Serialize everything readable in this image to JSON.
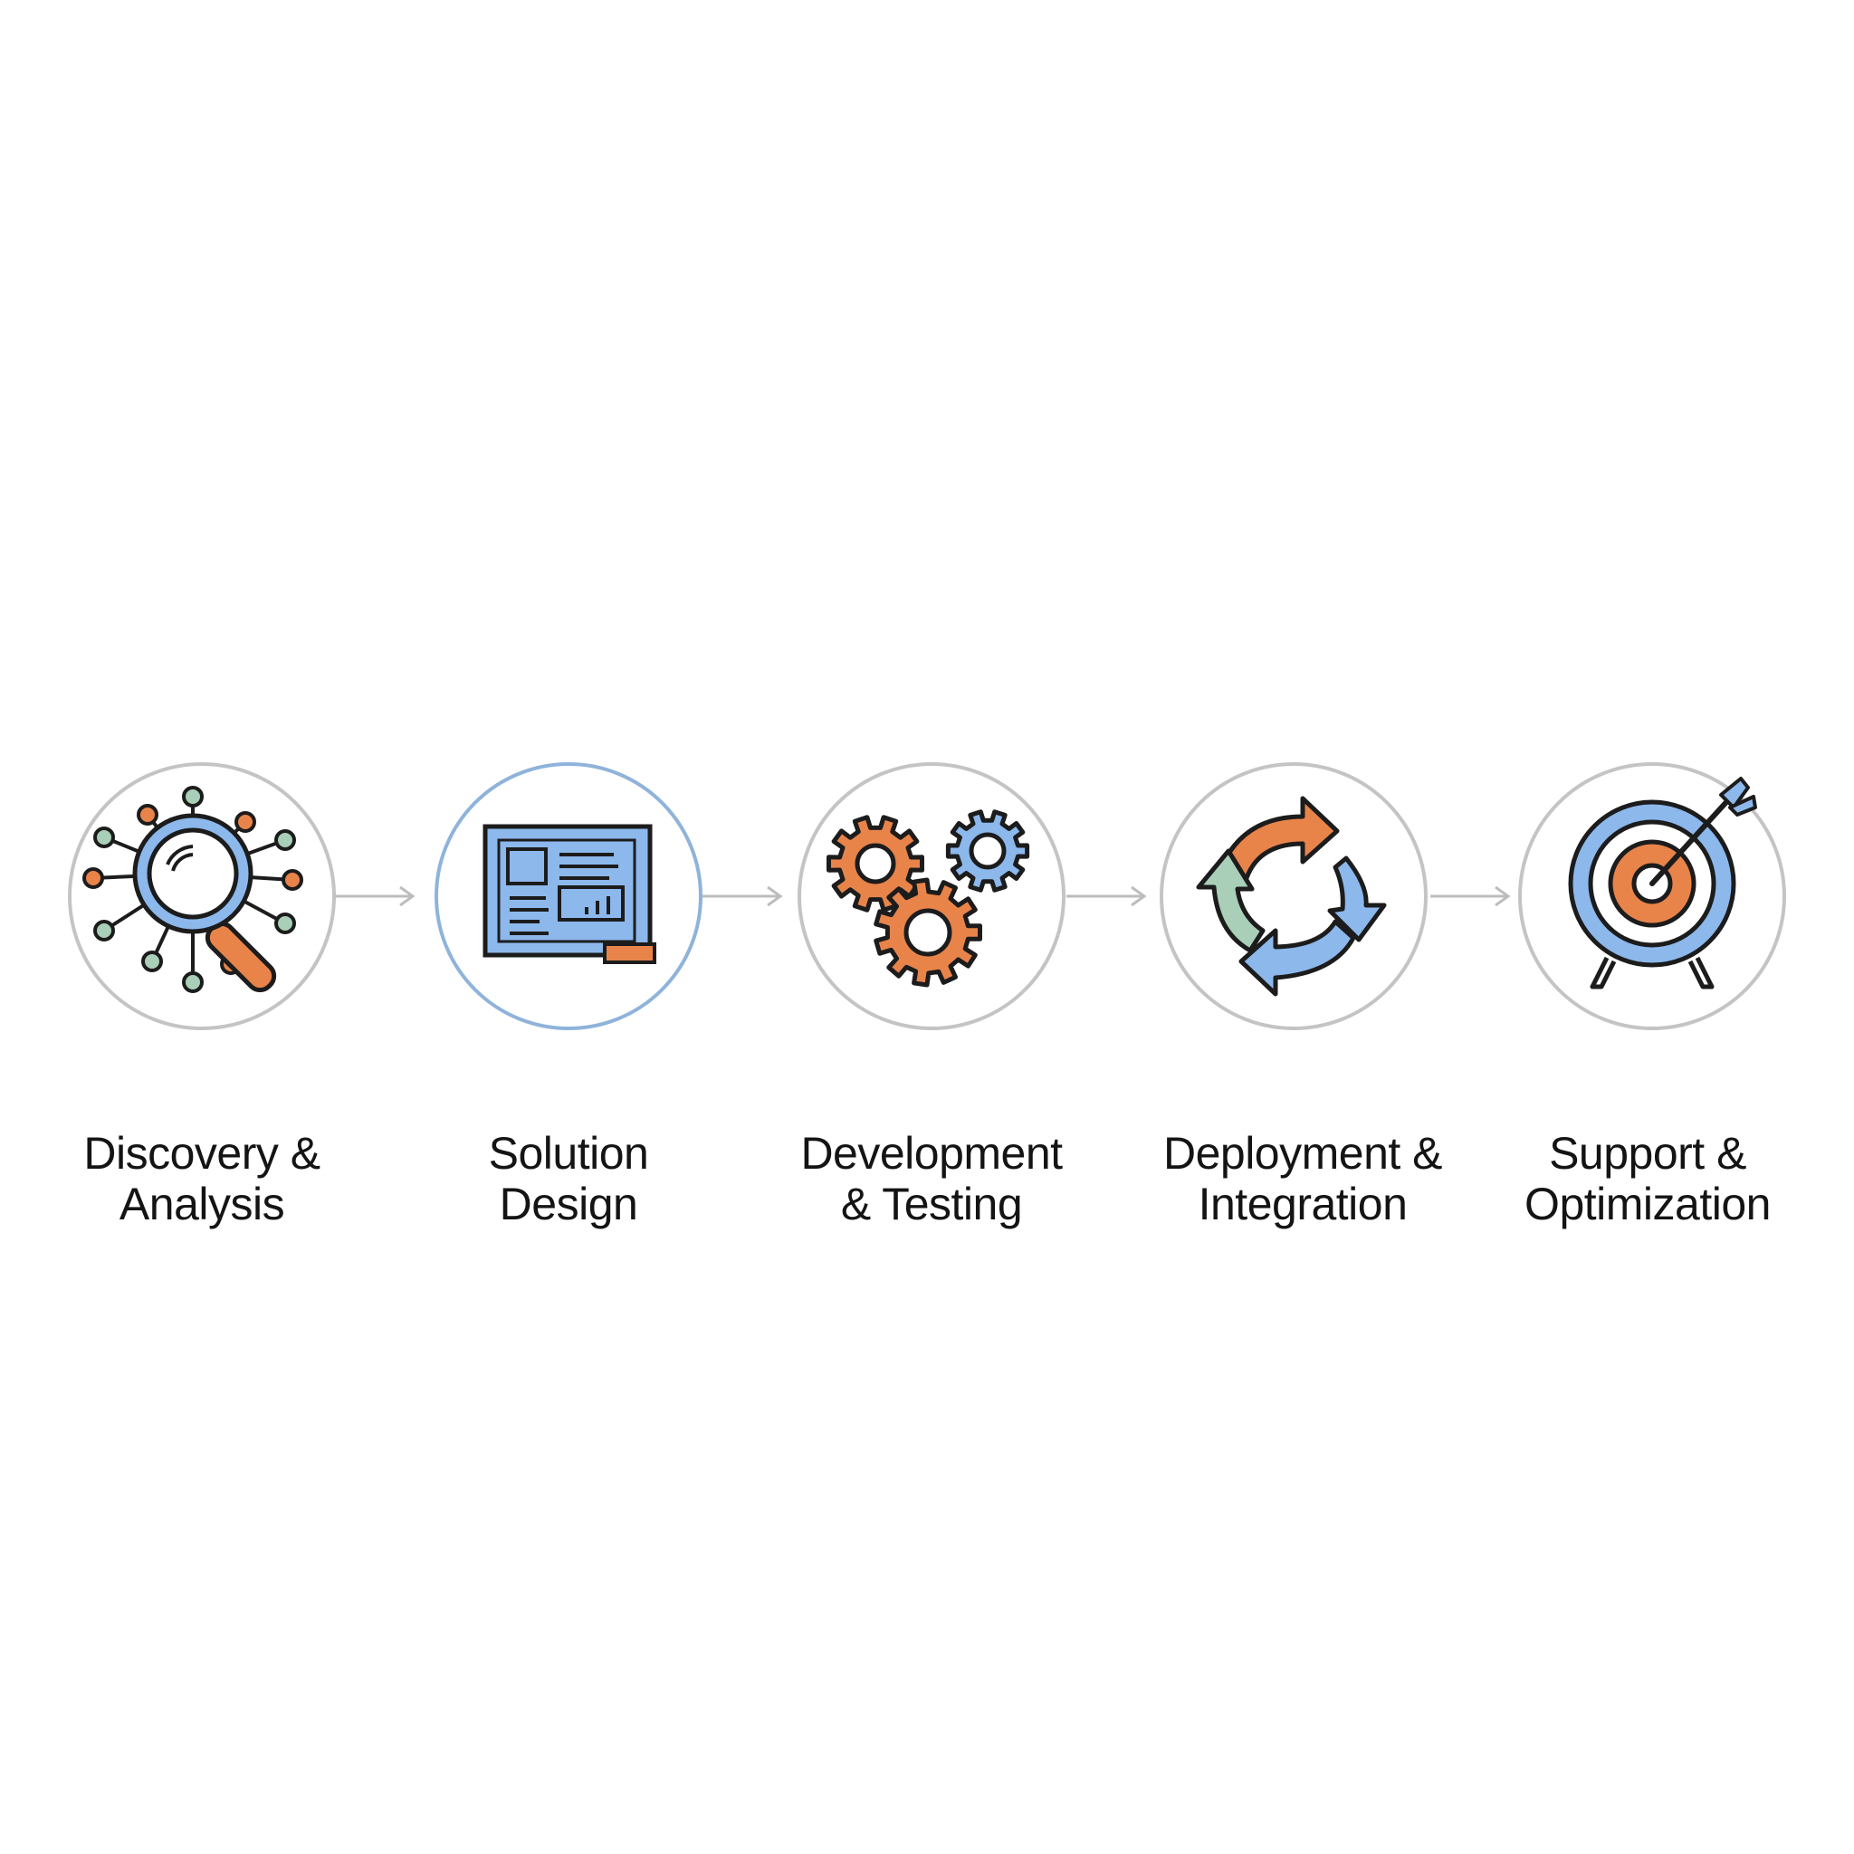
{
  "steps": [
    {
      "label_line1": "Discovery &",
      "label_line2": "Analysis",
      "icon": "magnifier-network-icon"
    },
    {
      "label_line1": "Solution",
      "label_line2": "Design",
      "icon": "blueprint-layout-icon"
    },
    {
      "label_line1": "Development",
      "label_line2": "& Testing",
      "icon": "gears-icon"
    },
    {
      "label_line1": "Deployment &",
      "label_line2": "Integration",
      "icon": "cycle-arrows-icon"
    },
    {
      "label_line1": "Support &",
      "label_line2": "Optimization",
      "icon": "target-arrow-icon"
    }
  ],
  "colors": {
    "blue": "#8cb8ec",
    "orange": "#e8844a",
    "green": "#a9cfb8",
    "outline": "#1c1c1c",
    "ring_grey": "#c4c4c4",
    "ring_blue": "#8fb3da",
    "connector": "#bdbdbd"
  }
}
